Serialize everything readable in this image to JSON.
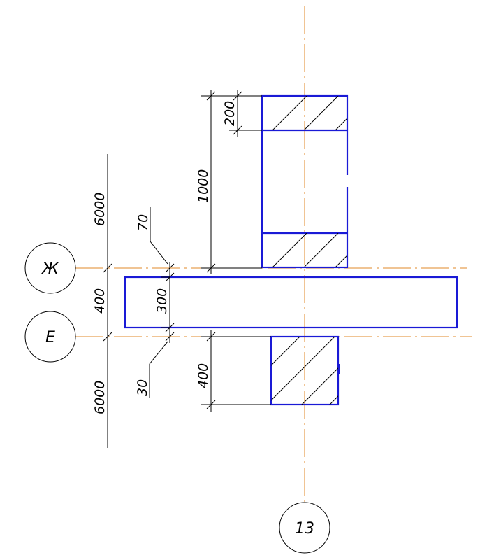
{
  "axes": {
    "zh": "Ж",
    "e": "Е",
    "n13": "13"
  },
  "dimensions": {
    "d200": "200",
    "d1000": "1000",
    "d6000_top": "6000",
    "d70": "70",
    "d400_left": "400",
    "d300": "300",
    "d6000_bottom": "6000",
    "d30": "30",
    "d400_bottom": "400"
  },
  "colors": {
    "axis_lines": "#e08a28",
    "object_outline": "#1a1ad6",
    "dimension_lines": "#000000"
  }
}
